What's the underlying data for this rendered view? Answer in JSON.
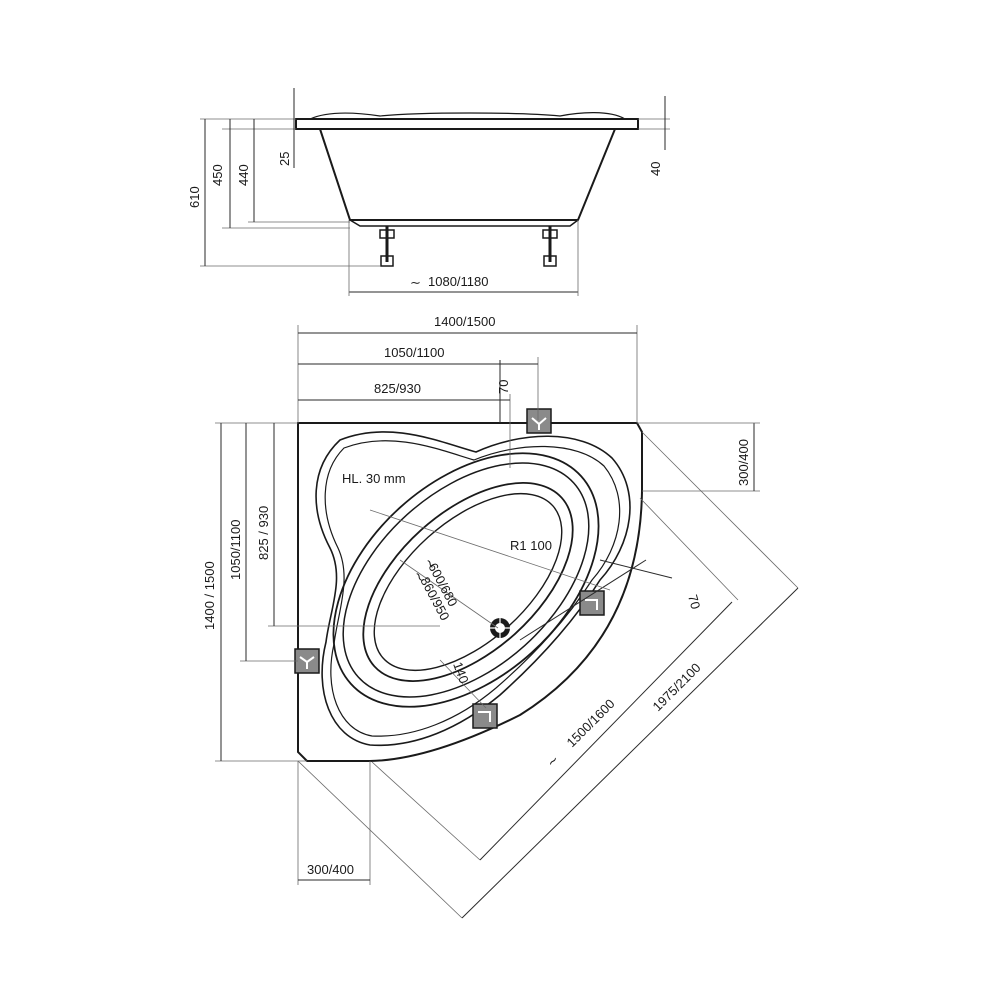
{
  "side_view": {
    "dim_total_height": "610",
    "dim_height_1": "450",
    "dim_height_2": "440",
    "dim_rim": "25",
    "dim_rim_right": "40",
    "dim_bottom_length": "1080/1180"
  },
  "top_view": {
    "dim_width_total": "1400/1500",
    "dim_width_mid": "1050/1100",
    "dim_width_inner": "825/930",
    "dim_offset_top": "70",
    "dim_height_total": "1400 / 1500",
    "dim_height_mid": "1050/1100",
    "dim_height_inner": "825 / 930",
    "dim_right_side": "300/400",
    "dim_bottom_side": "300/400",
    "dim_diag_offset": "70",
    "dim_diag_length": "1975/2100",
    "dim_front": "1500/1600",
    "dim_inner_width": "600/680",
    "dim_inner_length": "860/950",
    "dim_140": "140",
    "label_hl": "HL. 30 mm",
    "label_radius": "R1 100"
  }
}
